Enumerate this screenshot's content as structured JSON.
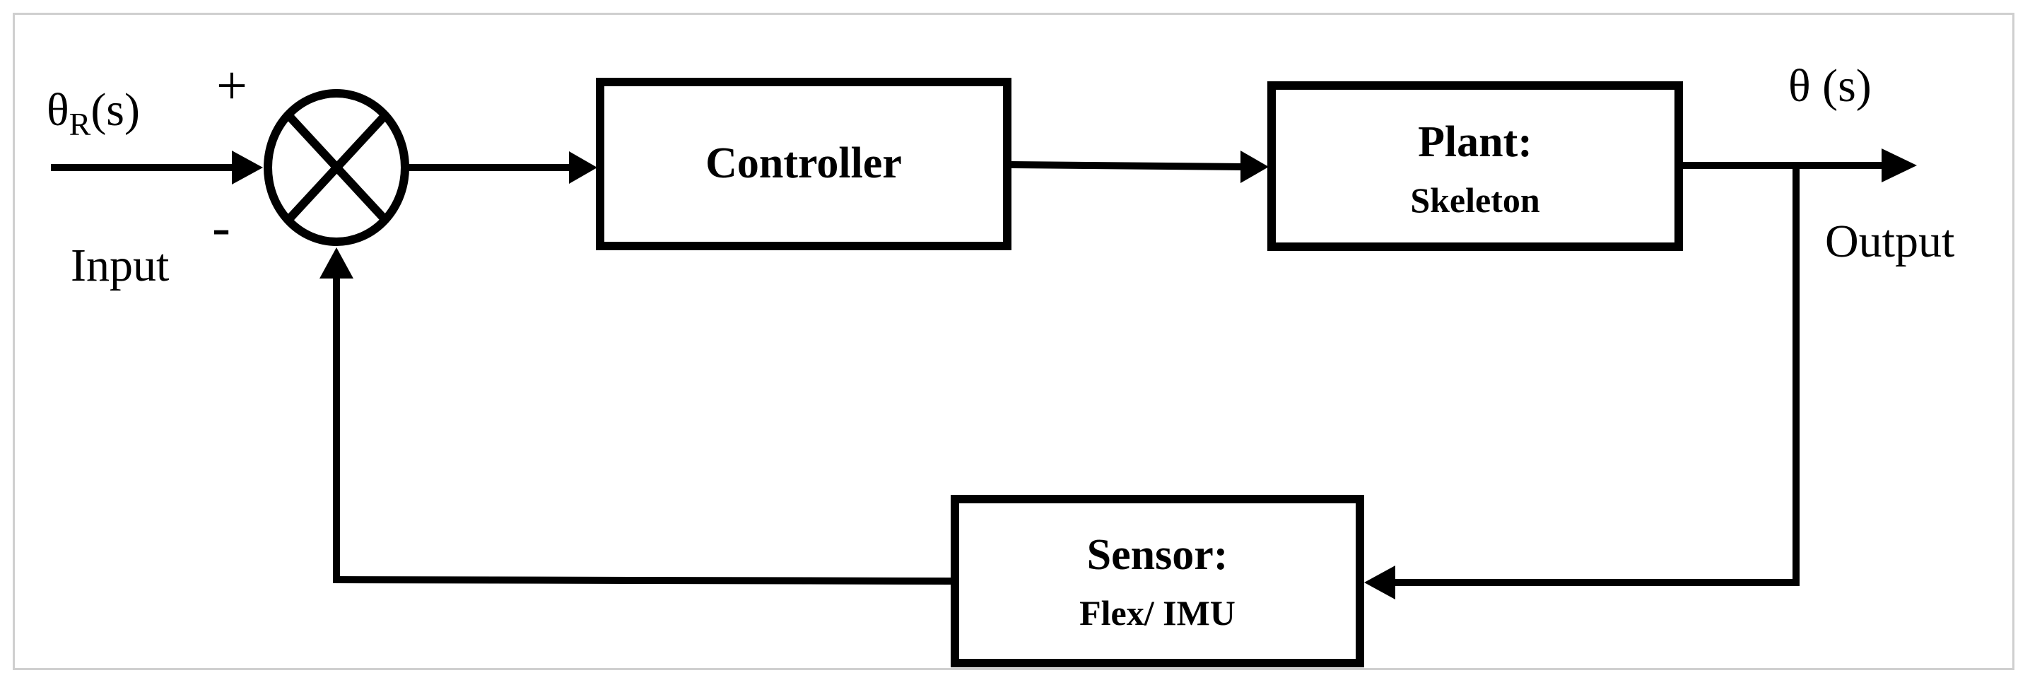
{
  "input": {
    "symbol": "θ",
    "subscript": "R",
    "suffix": "(s)",
    "label": "Input"
  },
  "summing_junction": {
    "plus": "+",
    "minus": "-"
  },
  "controller": {
    "label": "Controller"
  },
  "plant": {
    "title": "Plant:",
    "subtitle": "Skeleton"
  },
  "sensor": {
    "title": "Sensor:",
    "subtitle": "Flex/ IMU"
  },
  "output": {
    "signal": "θ (s)",
    "label": "Output"
  },
  "colors": {
    "stroke": "#000000",
    "frame": "#cfcfcf",
    "background": "#ffffff"
  }
}
